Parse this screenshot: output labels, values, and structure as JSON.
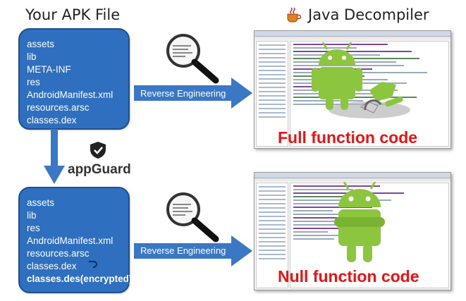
{
  "header": {
    "apk_title": "Your APK File",
    "decompiler_title": "Java Decompiler",
    "java_icon": "coffee-cup-icon"
  },
  "top_box": {
    "files": [
      "assets",
      "lib",
      "META-INF",
      "res",
      "AndroidManifest.xml",
      "resources.arsc",
      "classes.dex"
    ]
  },
  "bottom_box": {
    "files": [
      "assets",
      "lib",
      "res",
      "AndroidManifest.xml",
      "resources.arsc",
      "classes.dex",
      "classes.des(encrypted)"
    ]
  },
  "appguard": {
    "label": "appGuard",
    "icon": "shield-logo-icon"
  },
  "top_arrow": {
    "label": "Reverse Engineering"
  },
  "bottom_arrow": {
    "label": "Reverse Engineering"
  },
  "results": {
    "top": "Full function code",
    "bottom": "Null function code"
  },
  "colors": {
    "box_fill": "#2e6fc0",
    "arrow_fill": "#3a78c6",
    "result_text": "#ee1111",
    "android_green": "#8cc63f"
  }
}
